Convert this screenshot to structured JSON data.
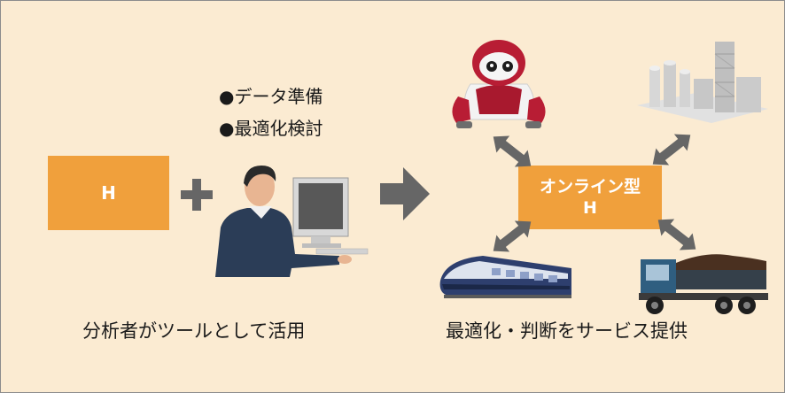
{
  "left_box": {
    "label": "H"
  },
  "analyst_tasks": [
    "●データ準備",
    "●最適化検討"
  ],
  "center_box": {
    "line1": "オンライン型",
    "line2": "H"
  },
  "captions": {
    "left": "分析者がツールとして活用",
    "right": "最適化・判断をサービス提供"
  },
  "colors": {
    "background": "#fbebd2",
    "box": "#f0a03c",
    "arrow": "#666666",
    "border": "#8c8c8c"
  },
  "icons": [
    "plus-icon",
    "analyst-illustration",
    "right-arrow-icon",
    "robot-illustration",
    "factory-illustration",
    "train-illustration",
    "truck-illustration",
    "double-arrow-icon"
  ]
}
